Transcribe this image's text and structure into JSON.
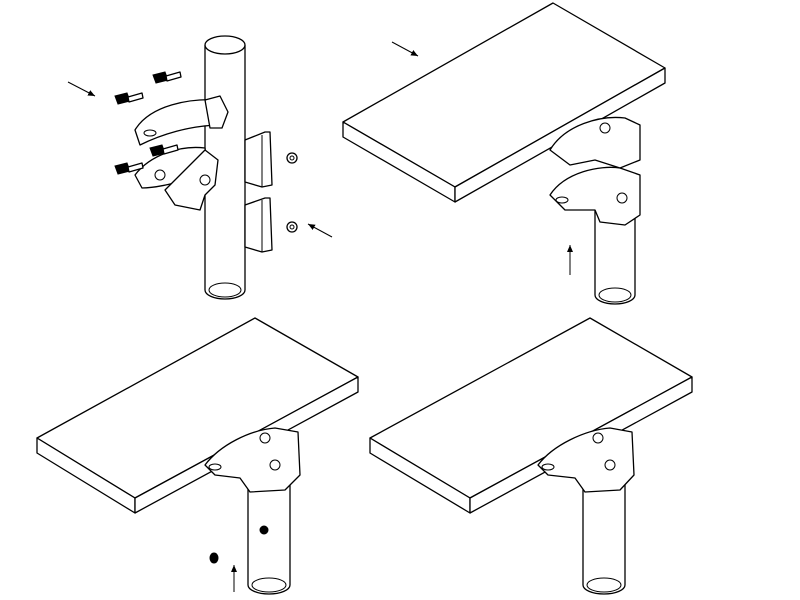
{
  "colors": {
    "stroke": "#000000",
    "background": "#ffffff"
  },
  "panels": [
    {
      "step": "clamp-to-pipe"
    },
    {
      "step": "attach-plate"
    },
    {
      "step": "insert-set-screw"
    },
    {
      "step": "assembled"
    }
  ]
}
